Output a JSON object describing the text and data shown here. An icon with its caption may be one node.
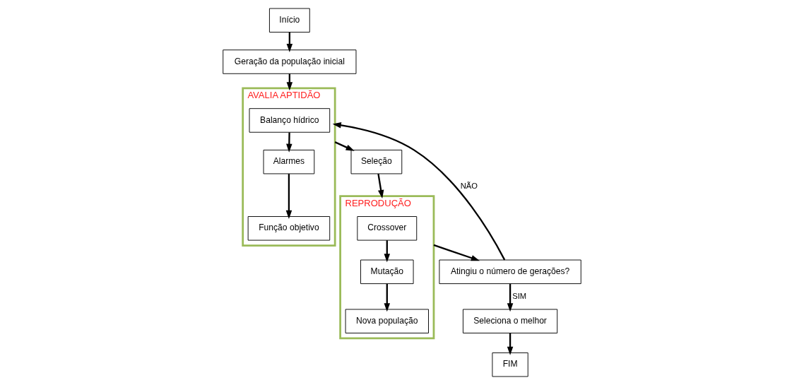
{
  "diagram": {
    "nodes": [
      {
        "text": [
          "Início"
        ]
      },
      {
        "text": [
          "Geração da população inicial"
        ]
      },
      {
        "text": [
          "AVALIA APTIDÃO"
        ]
      },
      {
        "text": [
          "Balanço hídrico"
        ],
        "in": 2
      },
      {
        "text": [
          "Alarmes"
        ],
        "in": 2
      },
      {
        "text": [
          "Função objetivo"
        ],
        "in": 2
      },
      {
        "text": [
          "Seleção"
        ]
      },
      {
        "text": [
          "REPRODUÇÃO"
        ]
      },
      {
        "text": [
          "Crossover"
        ],
        "in": 7
      },
      {
        "text": [
          "Mutação"
        ],
        "in": 7
      },
      {
        "text": [
          "Nova população"
        ],
        "in": 7
      },
      {
        "text": [
          "Atingiu o número de gerações?"
        ]
      },
      {
        "text": [
          "Seleciona o melhor"
        ]
      },
      {
        "text": [
          "FIM"
        ]
      }
    ],
    "edges": [
      {
        "from": 0,
        "to": 1,
        "arrow": "to"
      },
      {
        "from": 1,
        "to": 2,
        "arrow": "to"
      },
      {
        "from": 3,
        "to": 4,
        "arrow": "to"
      },
      {
        "from": 4,
        "to": 5,
        "arrow": "to"
      },
      {
        "from": 2,
        "to": 6,
        "arrow": "to"
      },
      {
        "from": 6,
        "to": 7,
        "arrow": "to"
      },
      {
        "from": 8,
        "to": 9,
        "arrow": "to"
      },
      {
        "from": 9,
        "to": 10,
        "arrow": "to"
      },
      {
        "from": 7,
        "to": 11,
        "arrow": "to"
      },
      {
        "from": 11,
        "to": 2,
        "arrow": "to",
        "label": "NÃO"
      },
      {
        "from": 11,
        "to": 12,
        "arrow": "to",
        "label": "SIM"
      },
      {
        "from": 12,
        "to": 13,
        "arrow": "to"
      }
    ]
  }
}
